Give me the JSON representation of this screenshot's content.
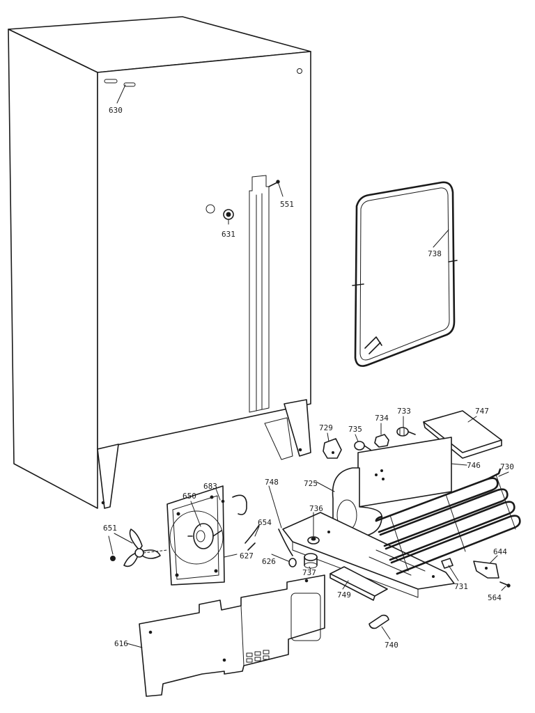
{
  "labels": {
    "p630": "630",
    "p631": "631",
    "p551": "551",
    "p738": "738",
    "p729": "729",
    "p735": "735",
    "p734": "734",
    "p733": "733",
    "p747": "747",
    "p746": "746",
    "p730": "730",
    "p725": "725",
    "p683": "683",
    "p650": "650",
    "p748": "748",
    "p736": "736",
    "p651": "651",
    "p654": "654",
    "p627": "627",
    "p626": "626",
    "p737": "737",
    "p644": "644",
    "p731": "731",
    "p564": "564",
    "p749": "749",
    "p616": "616",
    "p740": "740"
  }
}
